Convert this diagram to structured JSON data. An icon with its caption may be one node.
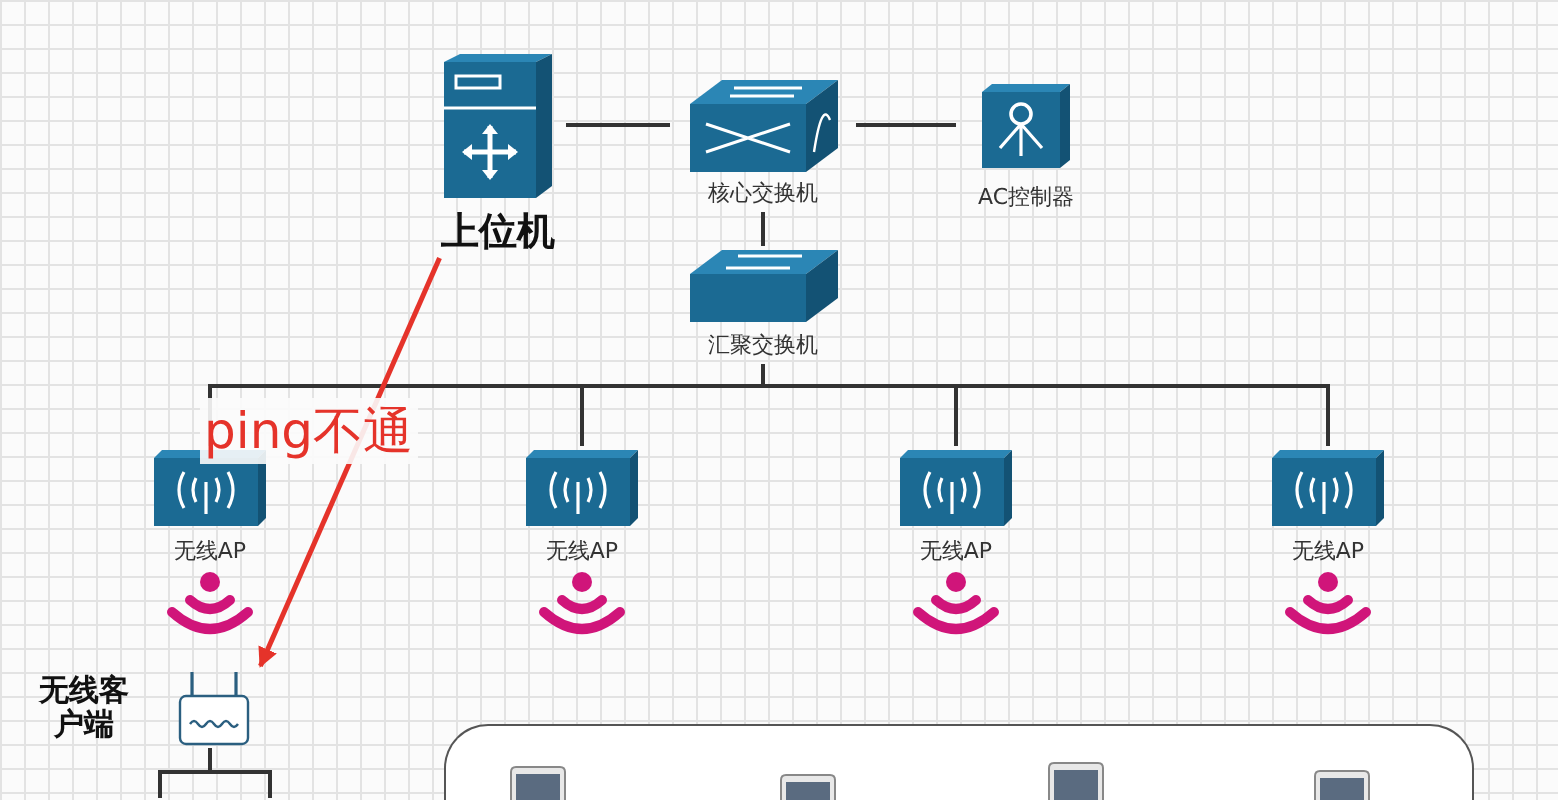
{
  "diagram": {
    "nodes": [
      {
        "text": [
          "上位机"
        ]
      },
      {
        "text": [
          "核心交换机"
        ]
      },
      {
        "text": [
          "AC控制器"
        ]
      },
      {
        "text": [
          "汇聚交换机"
        ]
      },
      {
        "text": [
          "无线AP"
        ]
      },
      {
        "text": [
          "无线AP"
        ]
      },
      {
        "text": [
          "无线AP"
        ]
      },
      {
        "text": [
          "无线AP"
        ]
      },
      {
        "text": [
          "无线客户端"
        ]
      },
      {
        "text": [],
        "shape": "box"
      },
      {
        "text": [],
        "shape": "picture",
        "in": 9
      },
      {
        "text": [],
        "shape": "picture",
        "in": 9
      },
      {
        "text": [],
        "shape": "picture",
        "in": 9
      },
      {
        "text": [],
        "shape": "picture",
        "in": 9
      }
    ],
    "edges": [
      {
        "from": 0,
        "to": 1,
        "arrow": "none"
      },
      {
        "from": 1,
        "to": 2,
        "arrow": "none"
      },
      {
        "from": 1,
        "to": 3,
        "arrow": "none"
      },
      {
        "from": 3,
        "to": 4,
        "arrow": "none"
      },
      {
        "from": 3,
        "to": 5,
        "arrow": "none"
      },
      {
        "from": 3,
        "to": 6,
        "arrow": "none"
      },
      {
        "from": 3,
        "to": 7,
        "arrow": "none"
      },
      {
        "from": 0,
        "to": 8,
        "arrow": "to",
        "label": "ping不通",
        "color": "#e5332a"
      },
      {
        "from": 8,
        "to": null,
        "arrow": "none"
      },
      {
        "from": 8,
        "to": null,
        "arrow": "none"
      }
    ]
  }
}
